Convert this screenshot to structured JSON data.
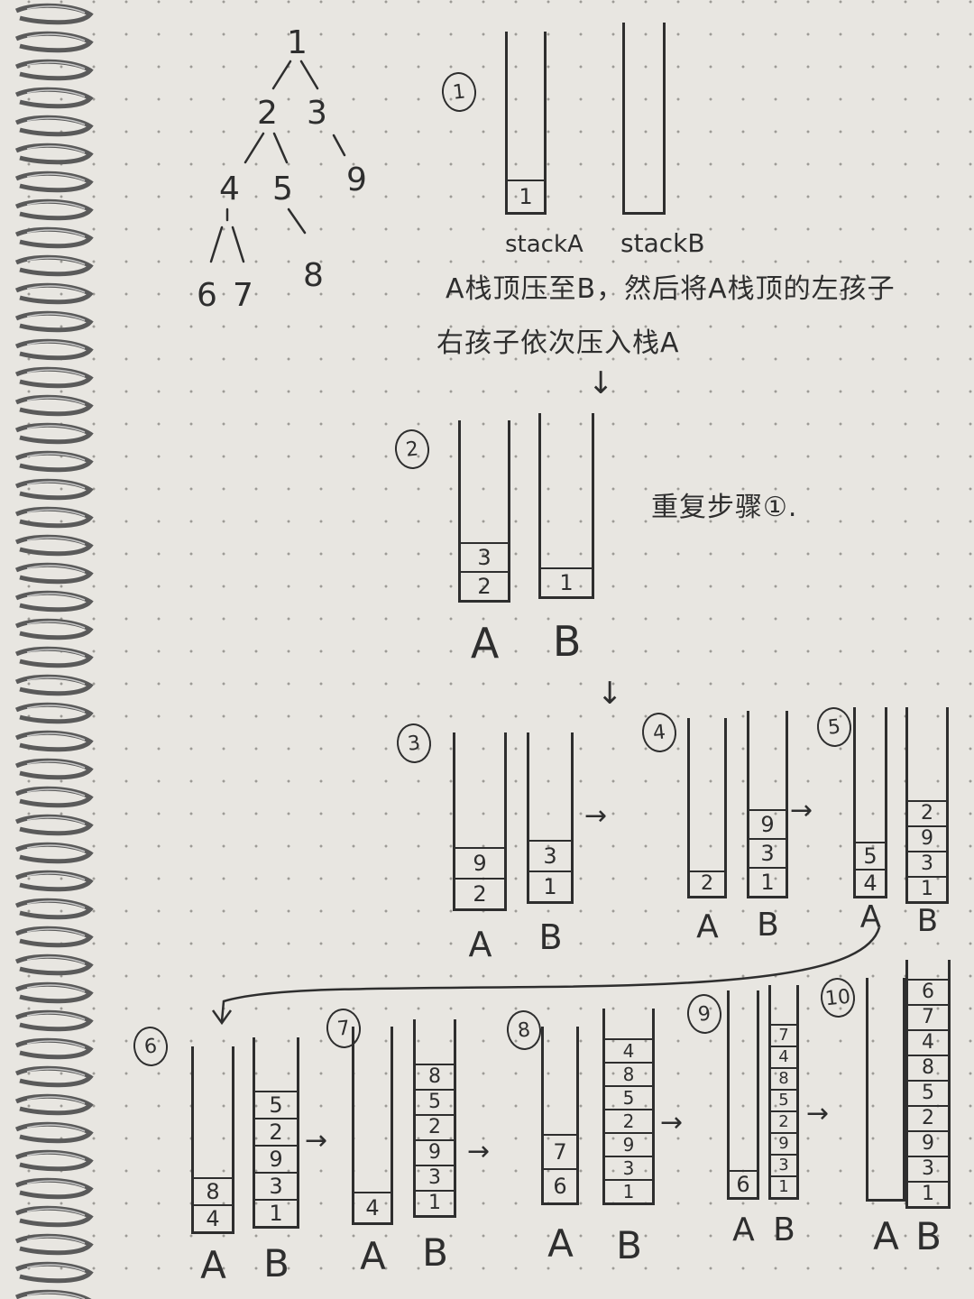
{
  "tree": {
    "nodes": [
      "1",
      "2",
      "3",
      "4",
      "5",
      "9",
      "6",
      "7",
      "8"
    ]
  },
  "labels": {
    "stack_a": "stackA",
    "stack_b": "stackB",
    "a": "A",
    "b": "B"
  },
  "notes": {
    "line1": "A栈顶压至B，然后将A栈顶的左孩子",
    "line2": "右孩子依次压入栈A",
    "repeat": "重复步骤①."
  },
  "steps": [
    {
      "num": "①",
      "a": [
        "1"
      ],
      "b": []
    },
    {
      "num": "②",
      "a": [
        "2",
        "3"
      ],
      "b": [
        "1"
      ]
    },
    {
      "num": "③",
      "a": [
        "2",
        "9"
      ],
      "b": [
        "1",
        "3"
      ]
    },
    {
      "num": "④",
      "a": [
        "2"
      ],
      "b": [
        "1",
        "3",
        "9"
      ]
    },
    {
      "num": "⑤",
      "a": [
        "4",
        "5"
      ],
      "b": [
        "1",
        "3",
        "9",
        "2"
      ]
    },
    {
      "num": "⑥",
      "a": [
        "4",
        "8"
      ],
      "b": [
        "1",
        "3",
        "9",
        "2",
        "5"
      ]
    },
    {
      "num": "⑦",
      "a": [
        "4"
      ],
      "b": [
        "1",
        "3",
        "9",
        "2",
        "5",
        "8"
      ]
    },
    {
      "num": "⑧",
      "a": [
        "6",
        "7"
      ],
      "b": [
        "1",
        "3",
        "9",
        "2",
        "5",
        "8",
        "4"
      ]
    },
    {
      "num": "⑨",
      "a": [
        "6"
      ],
      "b": [
        "1",
        "3",
        "9",
        "2",
        "5",
        "8",
        "4",
        "7"
      ]
    },
    {
      "num": "⑩",
      "a": [],
      "b": [
        "1",
        "3",
        "9",
        "2",
        "5",
        "8",
        "4",
        "7",
        "6"
      ]
    }
  ],
  "arrow_glyph": "→",
  "down_arrow_glyph": "↓"
}
